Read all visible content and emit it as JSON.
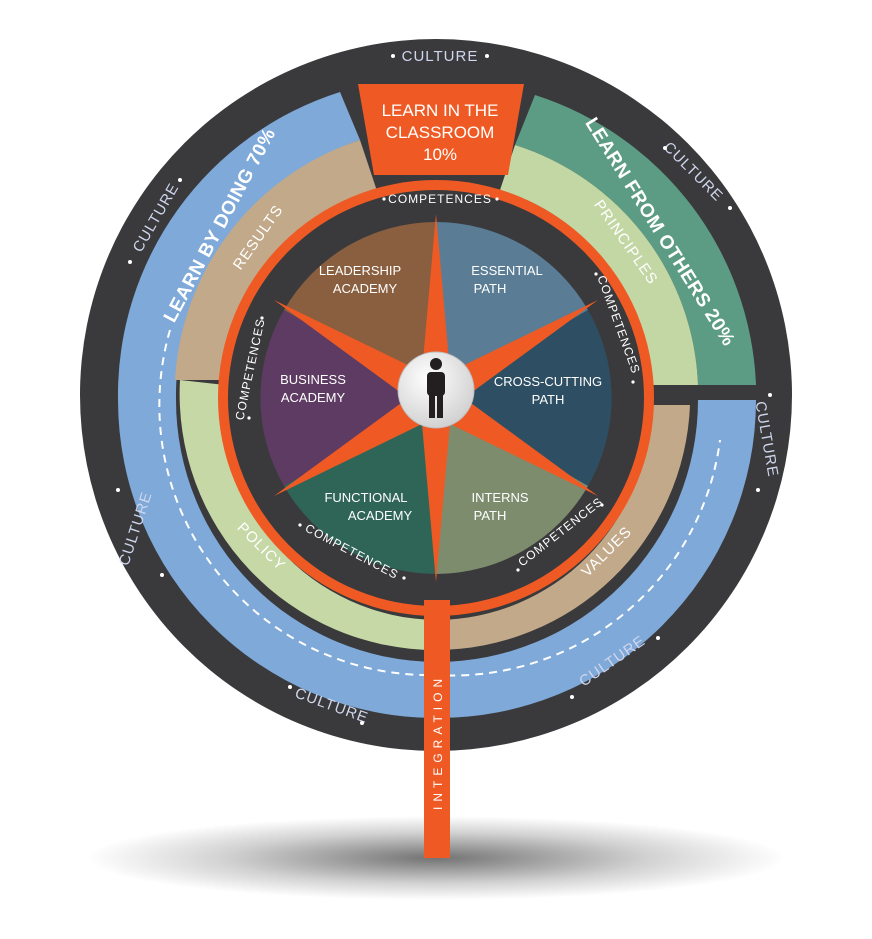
{
  "colors": {
    "outer": "#3a3a3c",
    "doing": "#7ea9d8",
    "doing_inner": "#c2a98a",
    "others": "#5c9c84",
    "others_inner": "#c3d7a5",
    "policy": "#c6d8a6",
    "classroom": "#ef5a24",
    "dark_ring": "#3a3a3c",
    "seg_leadership": "#8a5f3f",
    "seg_essential": "#5a7d95",
    "seg_crosscutting": "#2e4f63",
    "seg_interns": "#7d8c6d",
    "seg_functional": "#2f6557",
    "seg_business": "#5e3b62",
    "person": "#231f20"
  },
  "outer_ring": {
    "label": "CULTURE"
  },
  "bands": {
    "learn_by_doing": "LEARN BY DOING 70%",
    "learn_from_others": "LEARN FROM OTHERS 20%",
    "classroom_line1": "LEARN IN THE",
    "classroom_line2": "CLASSROOM",
    "classroom_line3": "10%"
  },
  "inner_bands": {
    "results": "RESULTS",
    "principles": "PRINCIPLES",
    "values": "VALUES",
    "policy": "POLICY"
  },
  "competences_label": "COMPETENCES",
  "segments": {
    "leadership": [
      "LEADERSHIP",
      "ACADEMY"
    ],
    "essential": [
      "ESSENTIAL",
      "PATH"
    ],
    "crosscutting": [
      "CROSS-CUTTING",
      "PATH"
    ],
    "interns": [
      "INTERNS",
      "PATH"
    ],
    "functional": [
      "FUNCTIONAL",
      "ACADEMY"
    ],
    "business": [
      "BUSINESS",
      "ACADEMY"
    ]
  },
  "center_icon": "person-icon",
  "stem_label": "INTEGRATION"
}
